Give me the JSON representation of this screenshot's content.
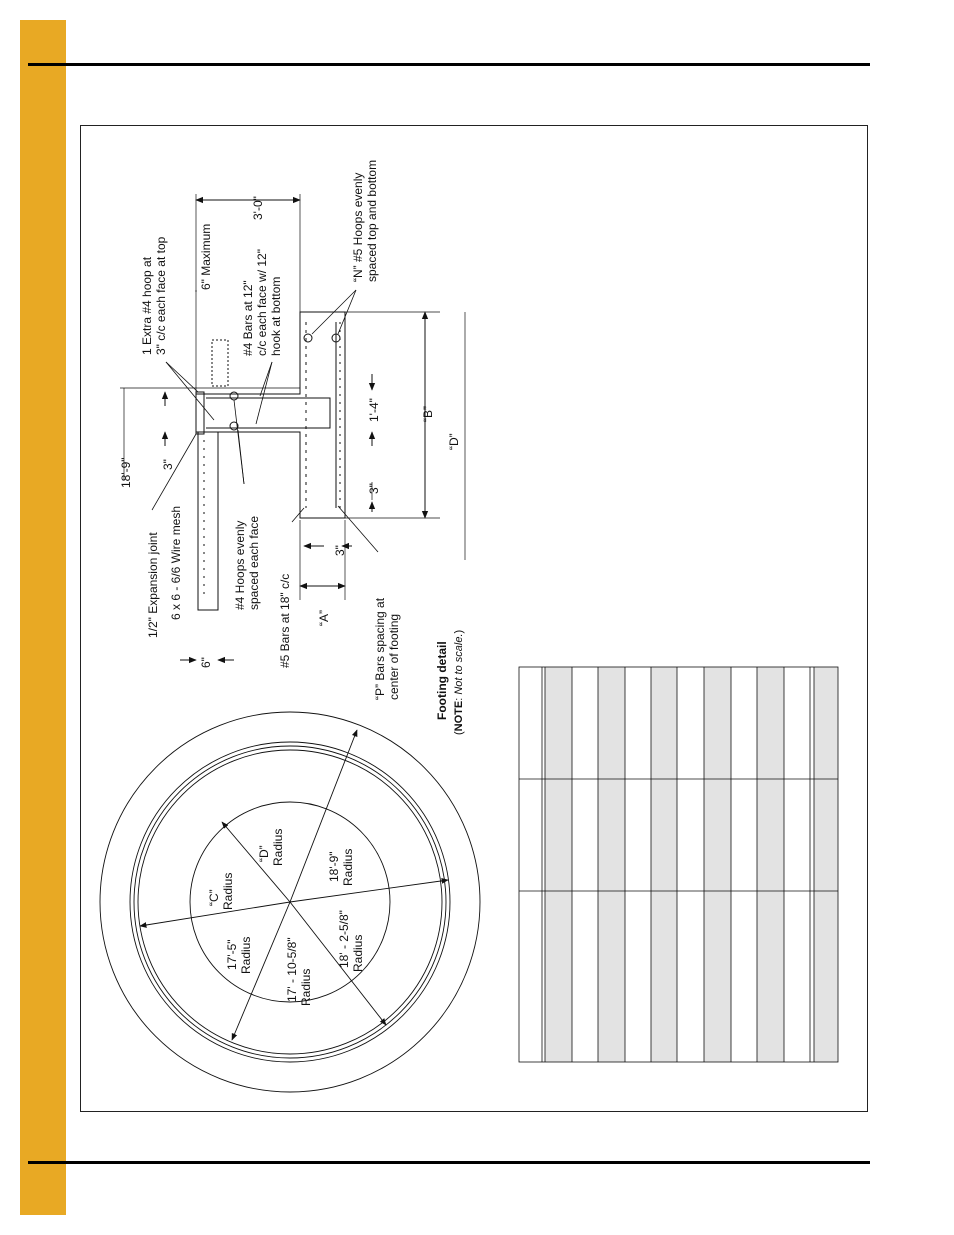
{
  "colors": {
    "side_bar": "#E8A924",
    "table_shade": "#E3E3E3",
    "ink": "#111111"
  },
  "footing_detail": {
    "title": "Footing detail",
    "note_label": "NOTE",
    "note_text": "Not to scale.",
    "labels": {
      "extra_hoop_1": "1 Extra #4 hoop at",
      "extra_hoop_2": "3\" c/c each face at top",
      "six_max": "6\" Maximum",
      "three_zero": "3'-0\"",
      "bars12_1": "#4 Bars at 12\"",
      "bars12_2": "c/c each face w/ 12\"",
      "bars12_3": "hook at bottom",
      "n_hoops_1": "“N” #5 Hoops evenly",
      "n_hoops_2": "spaced top and bottom",
      "eighteen_nine": "18'-9\"",
      "three_a": "3\"",
      "one_four": "1'-4\"",
      "b_label": "“B”",
      "d_label": "“D”",
      "three_b": "3\"",
      "three_c": "3\"",
      "hoops4_1": "#4 Hoops evenly",
      "hoops4_2": "spaced each face",
      "exp_joint": "1/2\" Expansion joint",
      "wire_mesh": "6 x 6 - 6/6 Wire mesh",
      "bars5": "#5 Bars at 18\" c/c",
      "a_label": "“A”",
      "p_bars_1": "“P” Bars spacing at",
      "p_bars_2": "center of footing",
      "six_c": "6\""
    }
  },
  "plan_view": {
    "c_radius_1": "“C”",
    "c_radius_2": "Radius",
    "d_radius_1": "“D”",
    "d_radius_2": "Radius",
    "r_17_5_1": "17'-5\"",
    "r_17_5_2": "Radius",
    "r_18_9_1": "18'-9\"",
    "r_18_9_2": "Radius",
    "r_17_10_1": "17' - 10-5/8\"",
    "r_17_10_2": "Radius",
    "r_18_2_1": "18' - 2-5/8\"",
    "r_18_2_2": "Radius"
  }
}
